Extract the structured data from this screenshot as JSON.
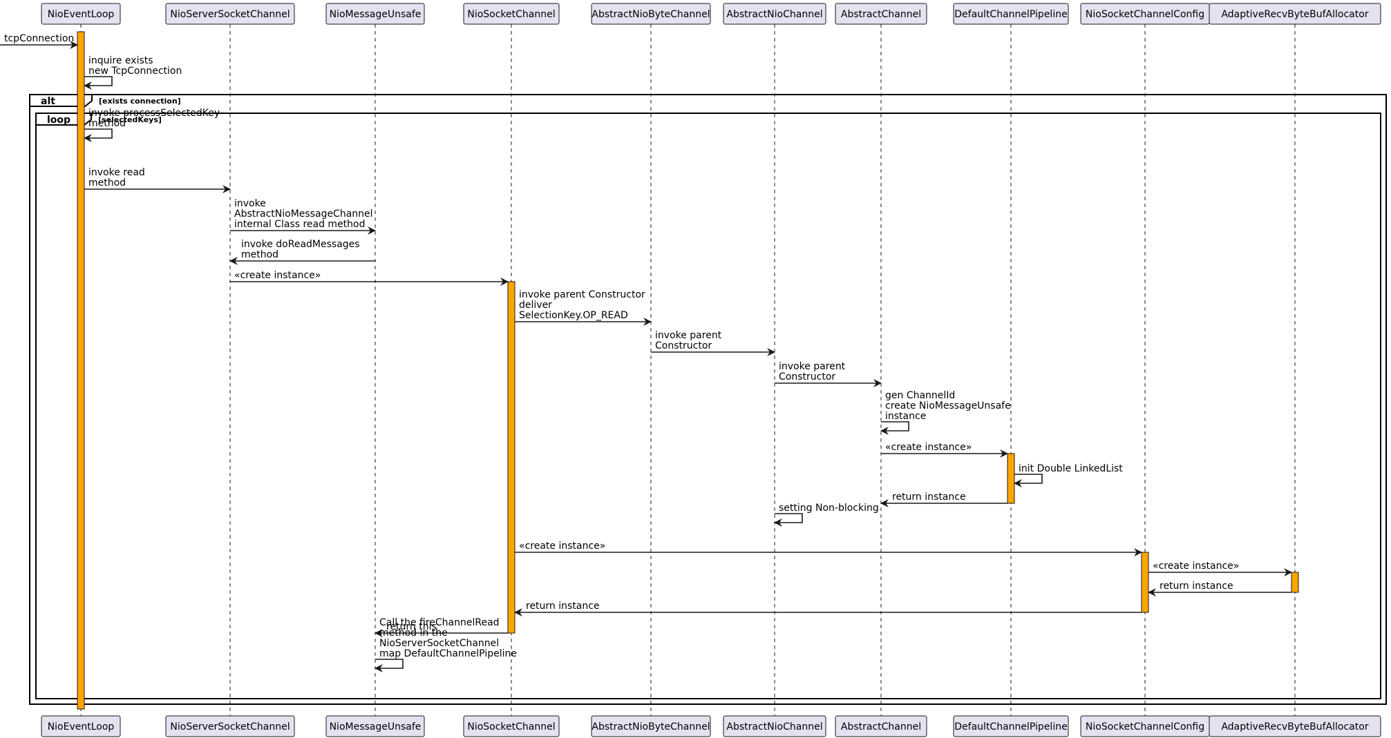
{
  "participants": [
    {
      "id": "p0",
      "name": "NioEventLoop"
    },
    {
      "id": "p1",
      "name": "NioServerSocketChannel"
    },
    {
      "id": "p2",
      "name": "NioMessageUnsafe"
    },
    {
      "id": "p3",
      "name": "NioSocketChannel"
    },
    {
      "id": "p4",
      "name": "AbstractNioByteChannel"
    },
    {
      "id": "p5",
      "name": "AbstractNioChannel"
    },
    {
      "id": "p6",
      "name": "AbstractChannel"
    },
    {
      "id": "p7",
      "name": "DefaultChannelPipeline"
    },
    {
      "id": "p8",
      "name": "NioSocketChannelConfig"
    },
    {
      "id": "p9",
      "name": "AdaptiveRecvByteBufAllocator"
    }
  ],
  "fragments": [
    {
      "keyword": "alt",
      "guard": "[exists connection]"
    },
    {
      "keyword": "loop",
      "guard": "[selectedKeys]"
    }
  ],
  "messages": [
    {
      "from": null,
      "to": 0,
      "lines": [
        "tcpConnection"
      ]
    },
    {
      "from": 0,
      "to": 0,
      "lines": [
        "inquire exists",
        "new TcpConnection"
      ]
    },
    {
      "from": 0,
      "to": 0,
      "lines": [
        "invoke processSelectedKey",
        "method"
      ]
    },
    {
      "from": 0,
      "to": 1,
      "lines": [
        "invoke read",
        "method"
      ]
    },
    {
      "from": 1,
      "to": 2,
      "lines": [
        "invoke",
        "AbstractNioMessageChannel",
        "internal Class read method"
      ]
    },
    {
      "from": 2,
      "to": 1,
      "lines": [
        "invoke doReadMessages",
        "method"
      ]
    },
    {
      "from": 1,
      "to": 3,
      "lines": [
        "«create instance»"
      ]
    },
    {
      "from": 3,
      "to": 4,
      "lines": [
        "invoke parent Constructor",
        "deliver",
        "SelectionKey.OP_READ"
      ]
    },
    {
      "from": 4,
      "to": 5,
      "lines": [
        "invoke parent",
        "Constructor"
      ]
    },
    {
      "from": 5,
      "to": 6,
      "lines": [
        "invoke parent",
        "Constructor"
      ]
    },
    {
      "from": 6,
      "to": 6,
      "lines": [
        "gen ChannelId",
        " create NioMessageUnsafe",
        "instance"
      ]
    },
    {
      "from": 6,
      "to": 7,
      "lines": [
        "«create instance»"
      ]
    },
    {
      "from": 7,
      "to": 7,
      "lines": [
        "init    Double LinkedList"
      ]
    },
    {
      "from": 7,
      "to": 6,
      "lines": [
        "return instance"
      ]
    },
    {
      "from": 5,
      "to": 5,
      "lines": [
        "setting Non-blocking"
      ]
    },
    {
      "from": 3,
      "to": 8,
      "lines": [
        "«create instance»"
      ]
    },
    {
      "from": 8,
      "to": 9,
      "lines": [
        "«create instance»"
      ]
    },
    {
      "from": 9,
      "to": 8,
      "lines": [
        "return instance"
      ]
    },
    {
      "from": 8,
      "to": 3,
      "lines": [
        "return instance"
      ]
    },
    {
      "from": 3,
      "to": 2,
      "lines": [
        "return this"
      ]
    },
    {
      "from": 2,
      "to": 2,
      "lines": [
        "Call the fireChannelRead",
        " method in the",
        "NioServerSocketChannel",
        "map DefaultChannelPipeline"
      ]
    }
  ],
  "colors": {
    "participant_fill": "#e2e2f0",
    "border": "#181818",
    "activation": "#ffa500",
    "background": "#ffffff"
  }
}
